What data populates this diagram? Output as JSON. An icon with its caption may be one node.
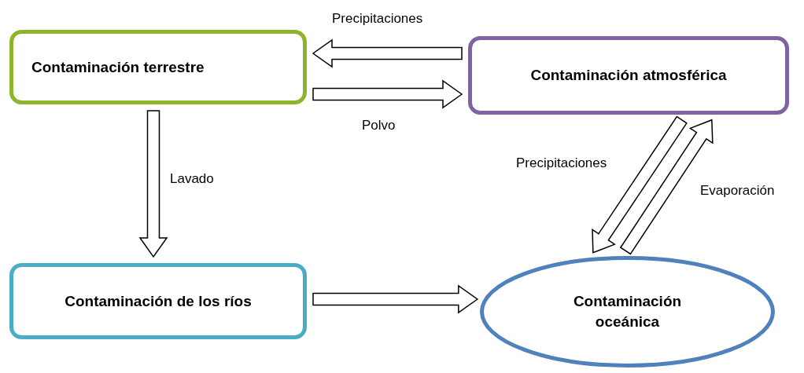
{
  "diagram": {
    "nodes": [
      {
        "text": [
          "Contaminación terrestre"
        ]
      },
      {
        "text": [
          "Contaminación atmosférica"
        ]
      },
      {
        "text": [
          "Contaminación de los ríos"
        ]
      },
      {
        "text": [
          "Contaminación oceánica"
        ]
      }
    ],
    "edges": [
      {
        "from": 1,
        "to": 0,
        "arrow": "to",
        "label": "Precipitaciones"
      },
      {
        "from": 0,
        "to": 1,
        "arrow": "to",
        "label": "Polvo"
      },
      {
        "from": 0,
        "to": 2,
        "arrow": "to",
        "label": "Lavado"
      },
      {
        "from": 2,
        "to": 3,
        "arrow": "to"
      },
      {
        "from": 1,
        "to": 3,
        "arrow": "to",
        "label": "Precipitaciones"
      },
      {
        "from": 3,
        "to": 1,
        "arrow": "to",
        "label": "Evaporación"
      }
    ]
  }
}
